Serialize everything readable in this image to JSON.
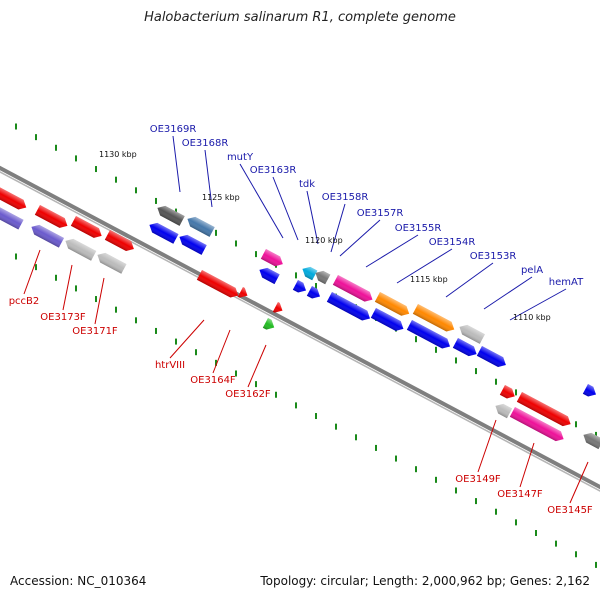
{
  "title": "Halobacterium salinarum R1, complete genome",
  "accession": "Accession: NC_010364",
  "topology": "Topology: circular; Length: 2,000,962 bp; Genes: 2,162",
  "colors": {
    "backbone": "#8a8a8a",
    "tick": "#1a8a1a",
    "label_reverse": "#1a1aaa",
    "label_forward": "#cc0000"
  },
  "tick_labels": [
    "1130 kbp",
    "1125 kbp",
    "1120 kbp",
    "1115 kbp",
    "1110 kbp"
  ],
  "genes_reverse": [
    "OE3169R",
    "OE3168R",
    "mutY",
    "OE3163R",
    "tdk",
    "OE3158R",
    "OE3157R",
    "OE3155R",
    "OE3154R",
    "OE3153R",
    "pelA",
    "hemAT"
  ],
  "genes_forward": [
    "pccB2",
    "OE3173F",
    "OE3171F",
    "htrVIII",
    "OE3164F",
    "OE3162F",
    "OE3149F",
    "OE3147F",
    "OE3145F"
  ]
}
